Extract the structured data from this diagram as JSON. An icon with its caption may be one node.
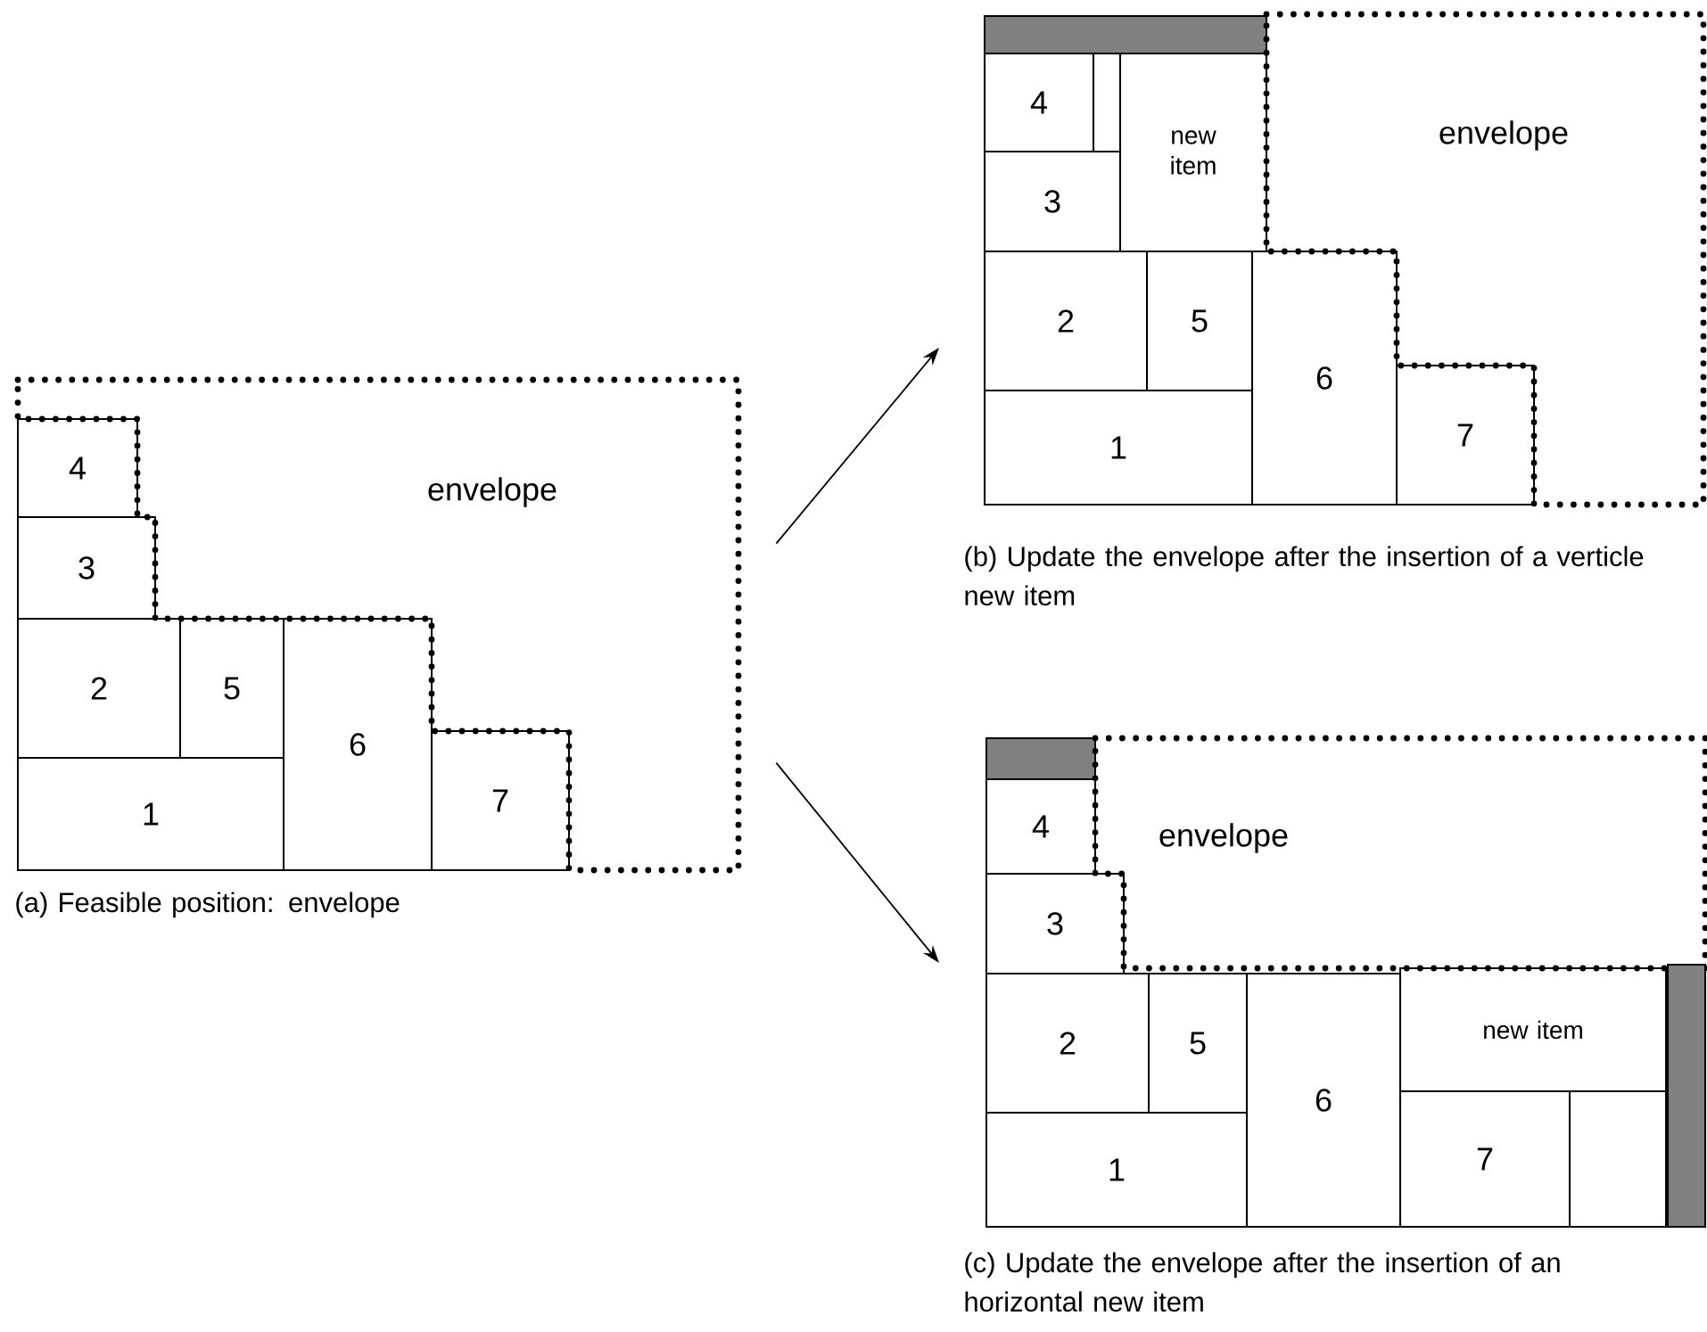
{
  "diagram": {
    "nodes": [
      {
        "text": [
          "envelope"
        ]
      },
      {
        "text": [
          "4"
        ]
      },
      {
        "text": [
          "3"
        ]
      },
      {
        "text": [
          "2"
        ]
      },
      {
        "text": [
          "5"
        ]
      },
      {
        "text": [
          "1"
        ]
      },
      {
        "text": [
          "6"
        ]
      },
      {
        "text": [
          "7"
        ]
      },
      {
        "text": [],
        "shape": "box"
      },
      {
        "text": [
          "envelope"
        ]
      },
      {
        "text": [
          "4"
        ]
      },
      {
        "text": [],
        "shape": "box"
      },
      {
        "text": [
          "3"
        ]
      },
      {
        "text": [
          "new item"
        ]
      },
      {
        "text": [
          "2"
        ]
      },
      {
        "text": [
          "5"
        ]
      },
      {
        "text": [
          "1"
        ]
      },
      {
        "text": [
          "6"
        ]
      },
      {
        "text": [
          "7"
        ]
      },
      {
        "text": [],
        "shape": "box"
      },
      {
        "text": [
          "envelope"
        ]
      },
      {
        "text": [
          "4"
        ]
      },
      {
        "text": [
          "3"
        ]
      },
      {
        "text": [
          "2"
        ]
      },
      {
        "text": [
          "5"
        ]
      },
      {
        "text": [
          "1"
        ]
      },
      {
        "text": [
          "6"
        ]
      },
      {
        "text": [
          "new item"
        ]
      },
      {
        "text": [
          "7"
        ]
      },
      {
        "text": [],
        "shape": "box"
      },
      {
        "text": [],
        "shape": "box"
      }
    ],
    "edges": [
      {
        "from": 0,
        "to": 14,
        "arrow": "to"
      },
      {
        "from": 0,
        "to": 22,
        "arrow": "to"
      }
    ],
    "labels": [
      "(a) Feasible position: envelope",
      "(b) Update the envelope after the insertion of a verticle new item",
      "(c) Update the envelope after the insertion of an horizontal new item"
    ]
  }
}
